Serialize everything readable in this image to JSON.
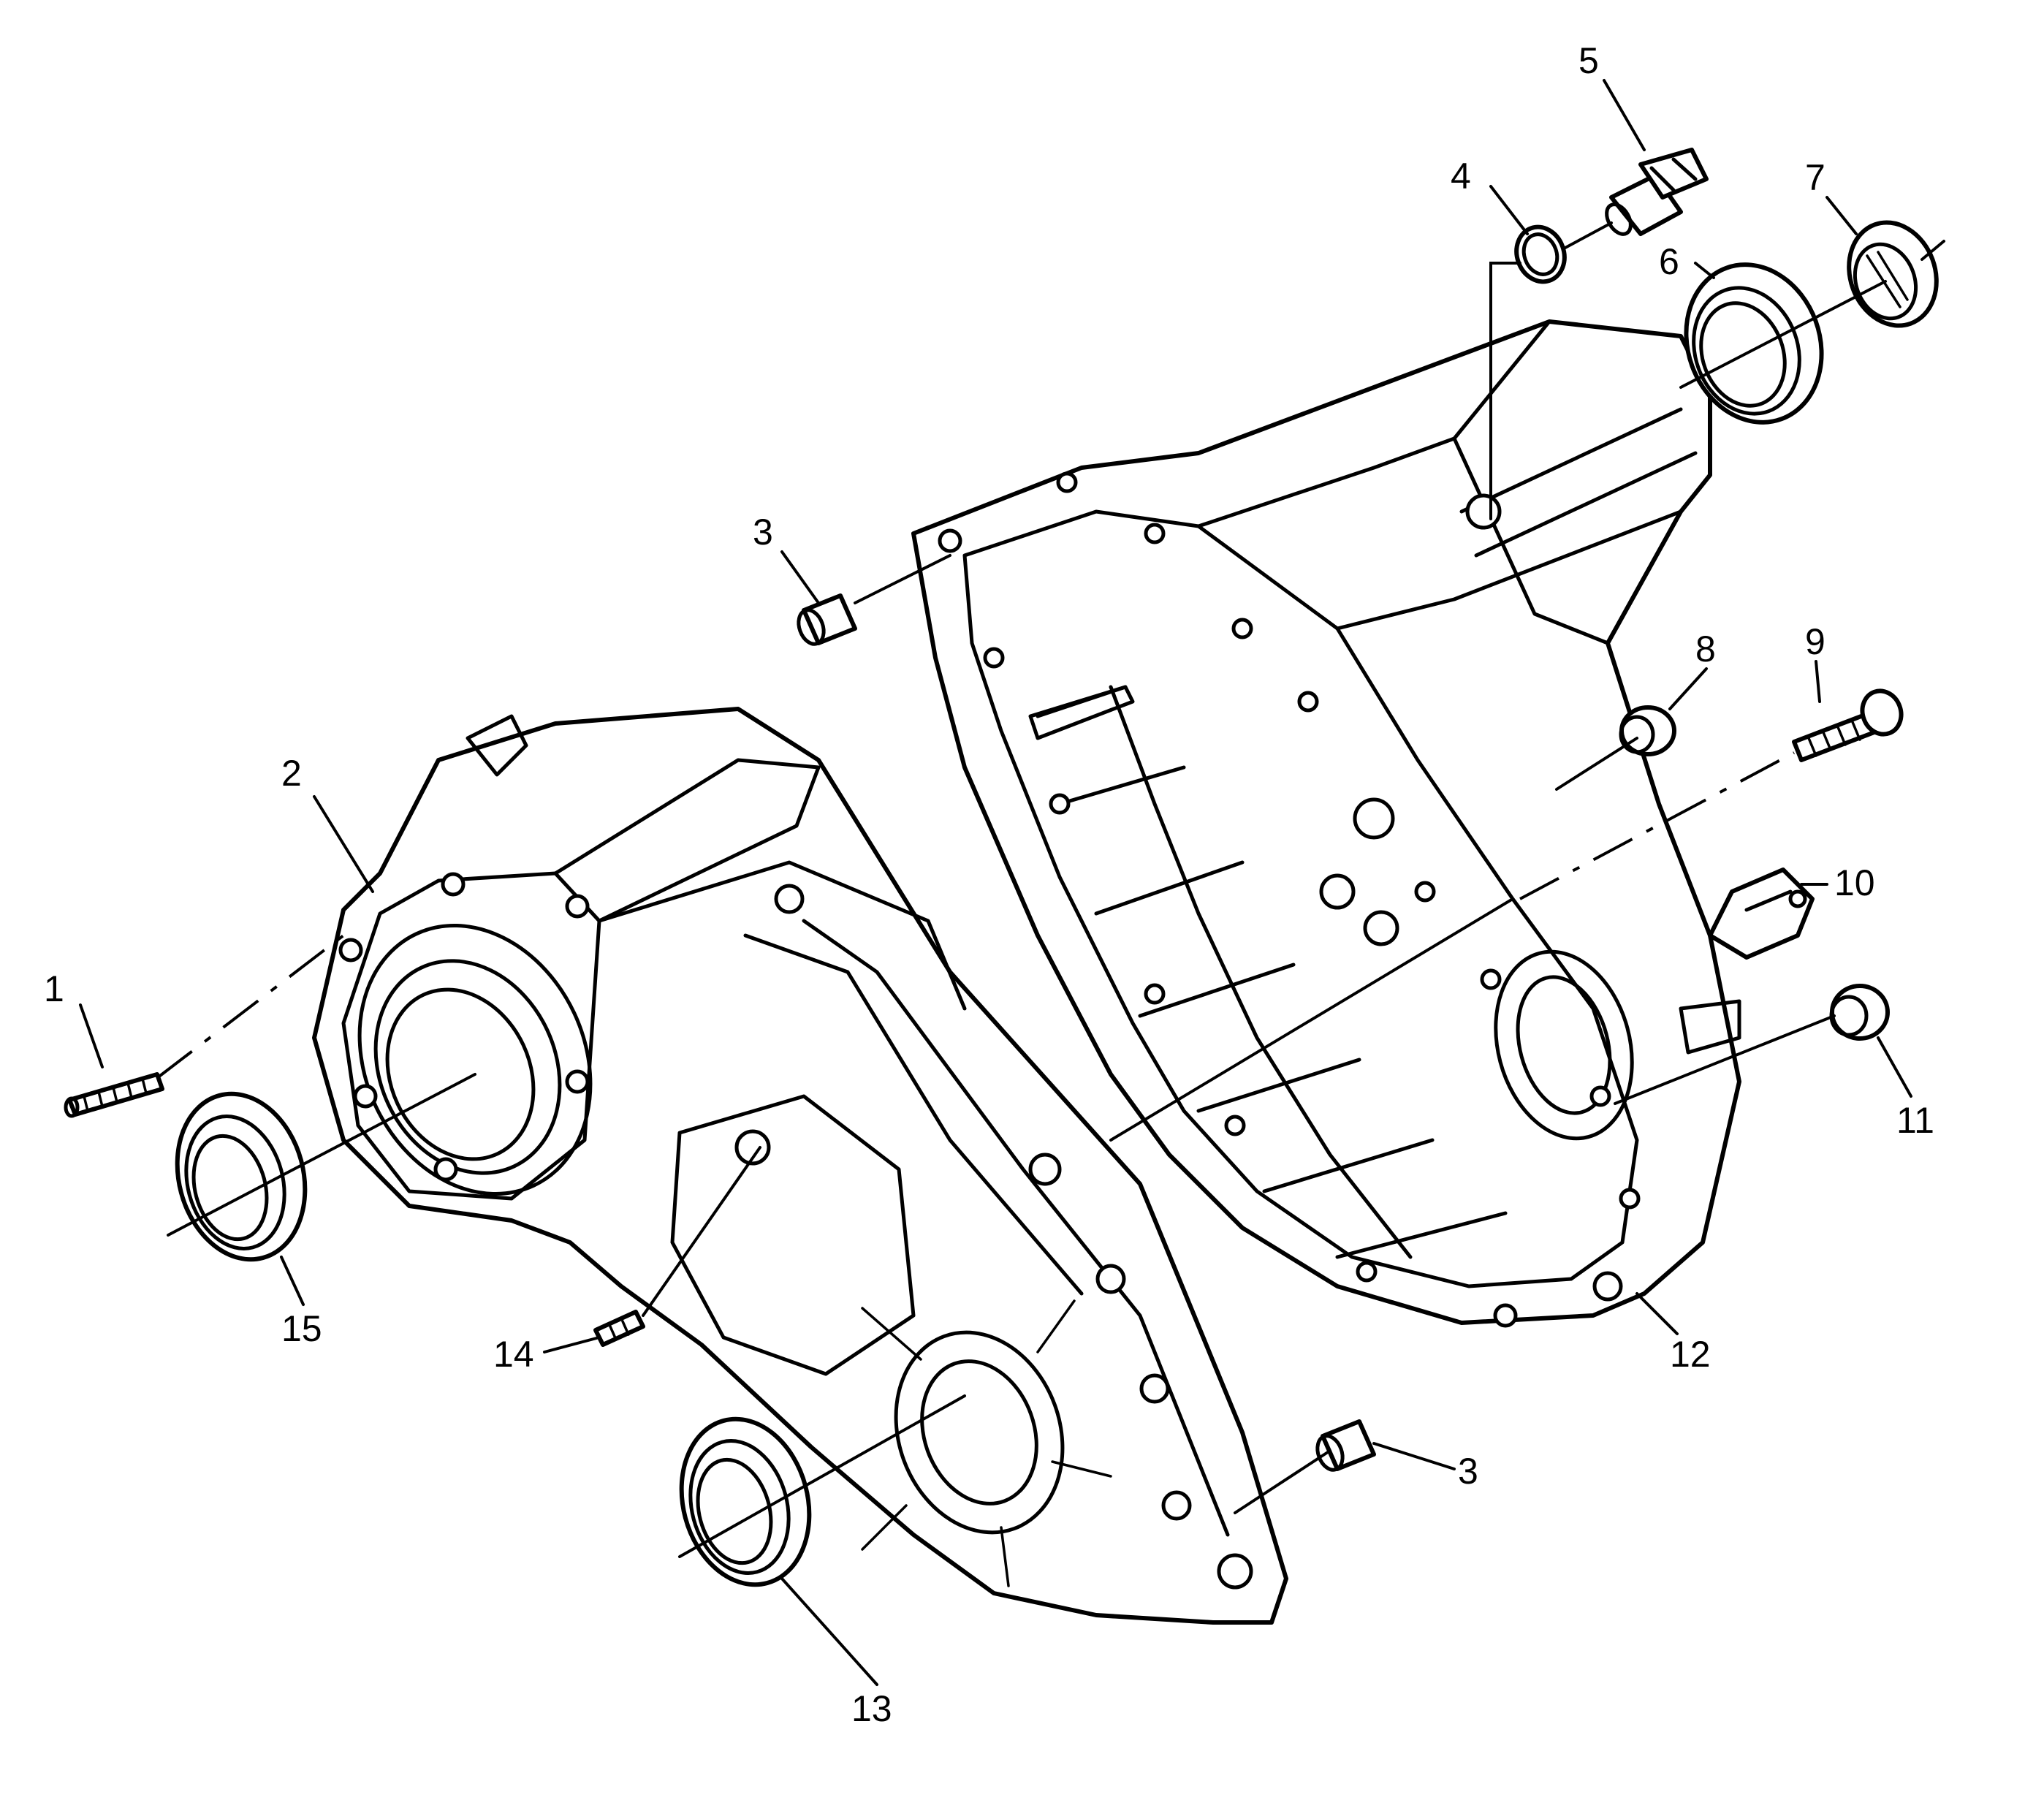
{
  "callouts": [
    {
      "id": "c1",
      "label": "1"
    },
    {
      "id": "c2",
      "label": "2"
    },
    {
      "id": "c3a",
      "label": "3"
    },
    {
      "id": "c3b",
      "label": "3"
    },
    {
      "id": "c4",
      "label": "4"
    },
    {
      "id": "c5",
      "label": "5"
    },
    {
      "id": "c6",
      "label": "6"
    },
    {
      "id": "c7",
      "label": "7"
    },
    {
      "id": "c8",
      "label": "8"
    },
    {
      "id": "c9",
      "label": "9"
    },
    {
      "id": "c10",
      "label": "10"
    },
    {
      "id": "c11",
      "label": "11"
    },
    {
      "id": "c12",
      "label": "12"
    },
    {
      "id": "c13",
      "label": "13"
    },
    {
      "id": "c14",
      "label": "14"
    },
    {
      "id": "c15",
      "label": "15"
    }
  ],
  "colors": {
    "line": "#000000",
    "background": "#ffffff"
  }
}
